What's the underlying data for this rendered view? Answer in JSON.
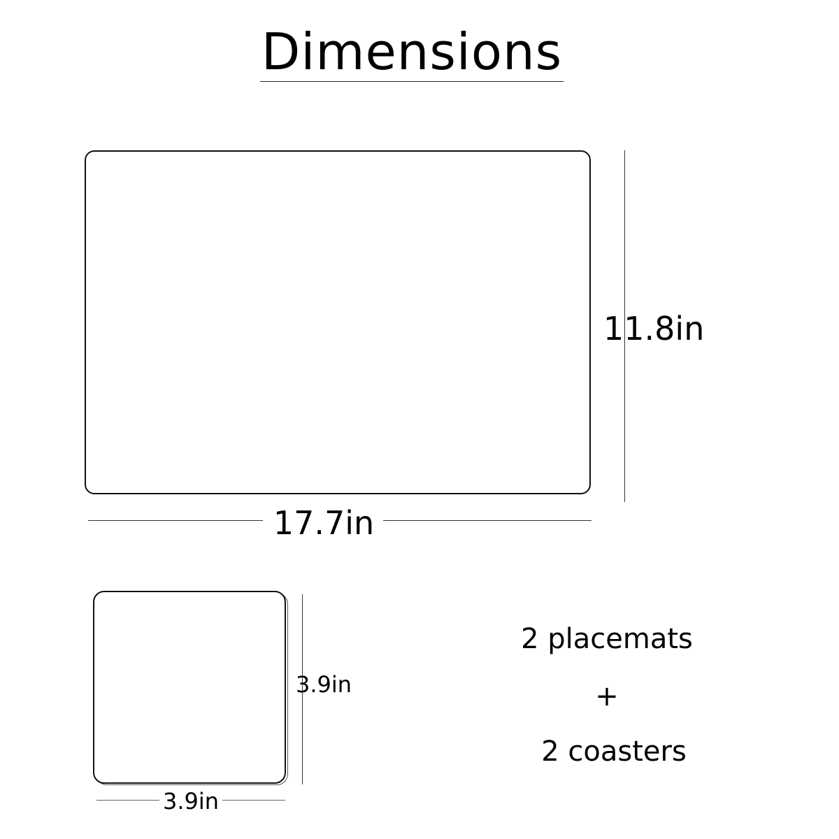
{
  "title": "Dimensions",
  "placemat": {
    "height_label": "11.8in",
    "width_label": "17.7in"
  },
  "coaster": {
    "height_label": "3.9in",
    "width_label": "3.9in"
  },
  "set": {
    "line1": "2 placemats",
    "line2": "+",
    "line3": "2 coasters"
  }
}
